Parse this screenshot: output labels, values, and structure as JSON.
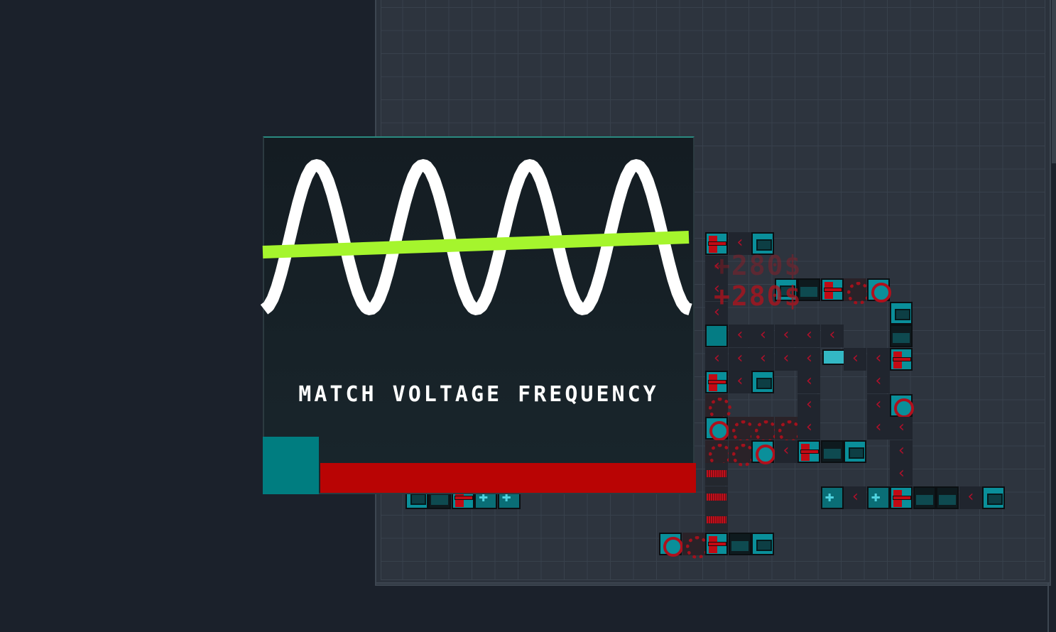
{
  "minigame": {
    "title": "MATCH VOLTAGE FREQUENCY",
    "progress_fraction": 0.13,
    "colors": {
      "wave": "#ffffff",
      "target_line": "#a5f52d",
      "progress": "#007d80",
      "remaining": "#b90404"
    }
  },
  "board": {
    "floating_rewards": [
      "+280$",
      "+280$"
    ]
  }
}
